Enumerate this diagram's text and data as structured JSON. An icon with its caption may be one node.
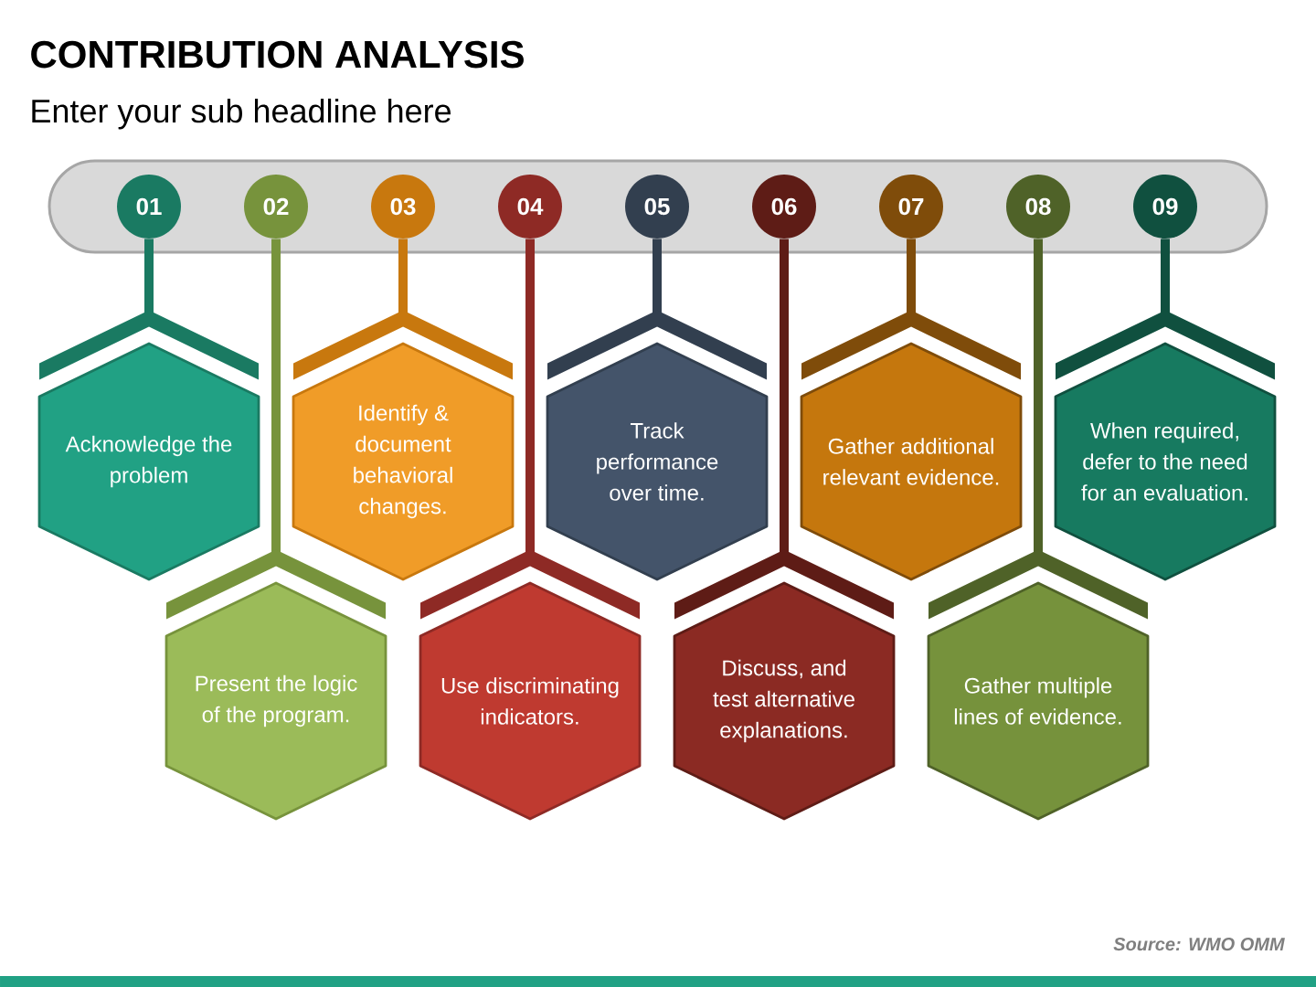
{
  "diagram": {
    "title": "CONTRIBUTION ANALYSIS",
    "nodes": [
      {
        "text": [],
        "shape": "bar"
      },
      {
        "text": [
          "01"
        ],
        "in": 0
      },
      {
        "text": [
          "02"
        ],
        "in": 0
      },
      {
        "text": [
          "03"
        ],
        "in": 0
      },
      {
        "text": [
          "04"
        ],
        "in": 0
      },
      {
        "text": [
          "05"
        ],
        "in": 0
      },
      {
        "text": [
          "06"
        ],
        "in": 0
      },
      {
        "text": [
          "07"
        ],
        "in": 0
      },
      {
        "text": [
          "08"
        ],
        "in": 0
      },
      {
        "text": [
          "09"
        ],
        "in": 0
      },
      {
        "text": [
          "Acknowledge the problem"
        ]
      },
      {
        "text": [
          "Present the logic of the program."
        ]
      },
      {
        "text": [
          "Identify & document behavioral changes."
        ]
      },
      {
        "text": [
          "Use discriminating indicators."
        ]
      },
      {
        "text": [
          "Track performance over time."
        ]
      },
      {
        "text": [
          "Discuss, and test alternative explanations."
        ]
      },
      {
        "text": [
          "Gather additional relevant evidence."
        ]
      },
      {
        "text": [
          "Gather multiple lines of evidence."
        ]
      },
      {
        "text": [
          "When required, defer to the need for an evaluation."
        ]
      }
    ],
    "edges": [
      {
        "from": 1,
        "to": 10,
        "arrow": "none",
        "color": "#1a7a62"
      },
      {
        "from": 2,
        "to": 11,
        "arrow": "none",
        "color": "#77933c"
      },
      {
        "from": 3,
        "to": 12,
        "arrow": "none",
        "color": "#c8780e"
      },
      {
        "from": 4,
        "to": 13,
        "arrow": "none",
        "color": "#8e2a25"
      },
      {
        "from": 5,
        "to": 14,
        "arrow": "none",
        "color": "#323f4f"
      },
      {
        "from": 6,
        "to": 15,
        "arrow": "none",
        "color": "#5e1c16"
      },
      {
        "from": 7,
        "to": 16,
        "arrow": "none",
        "color": "#7f4c0a"
      },
      {
        "from": 8,
        "to": 17,
        "arrow": "none",
        "color": "#4f6228"
      },
      {
        "from": 9,
        "to": 18,
        "arrow": "none",
        "color": "#10503f"
      }
    ],
    "labels": [
      "Enter your sub headline here",
      "Source: WMO OMM"
    ]
  }
}
